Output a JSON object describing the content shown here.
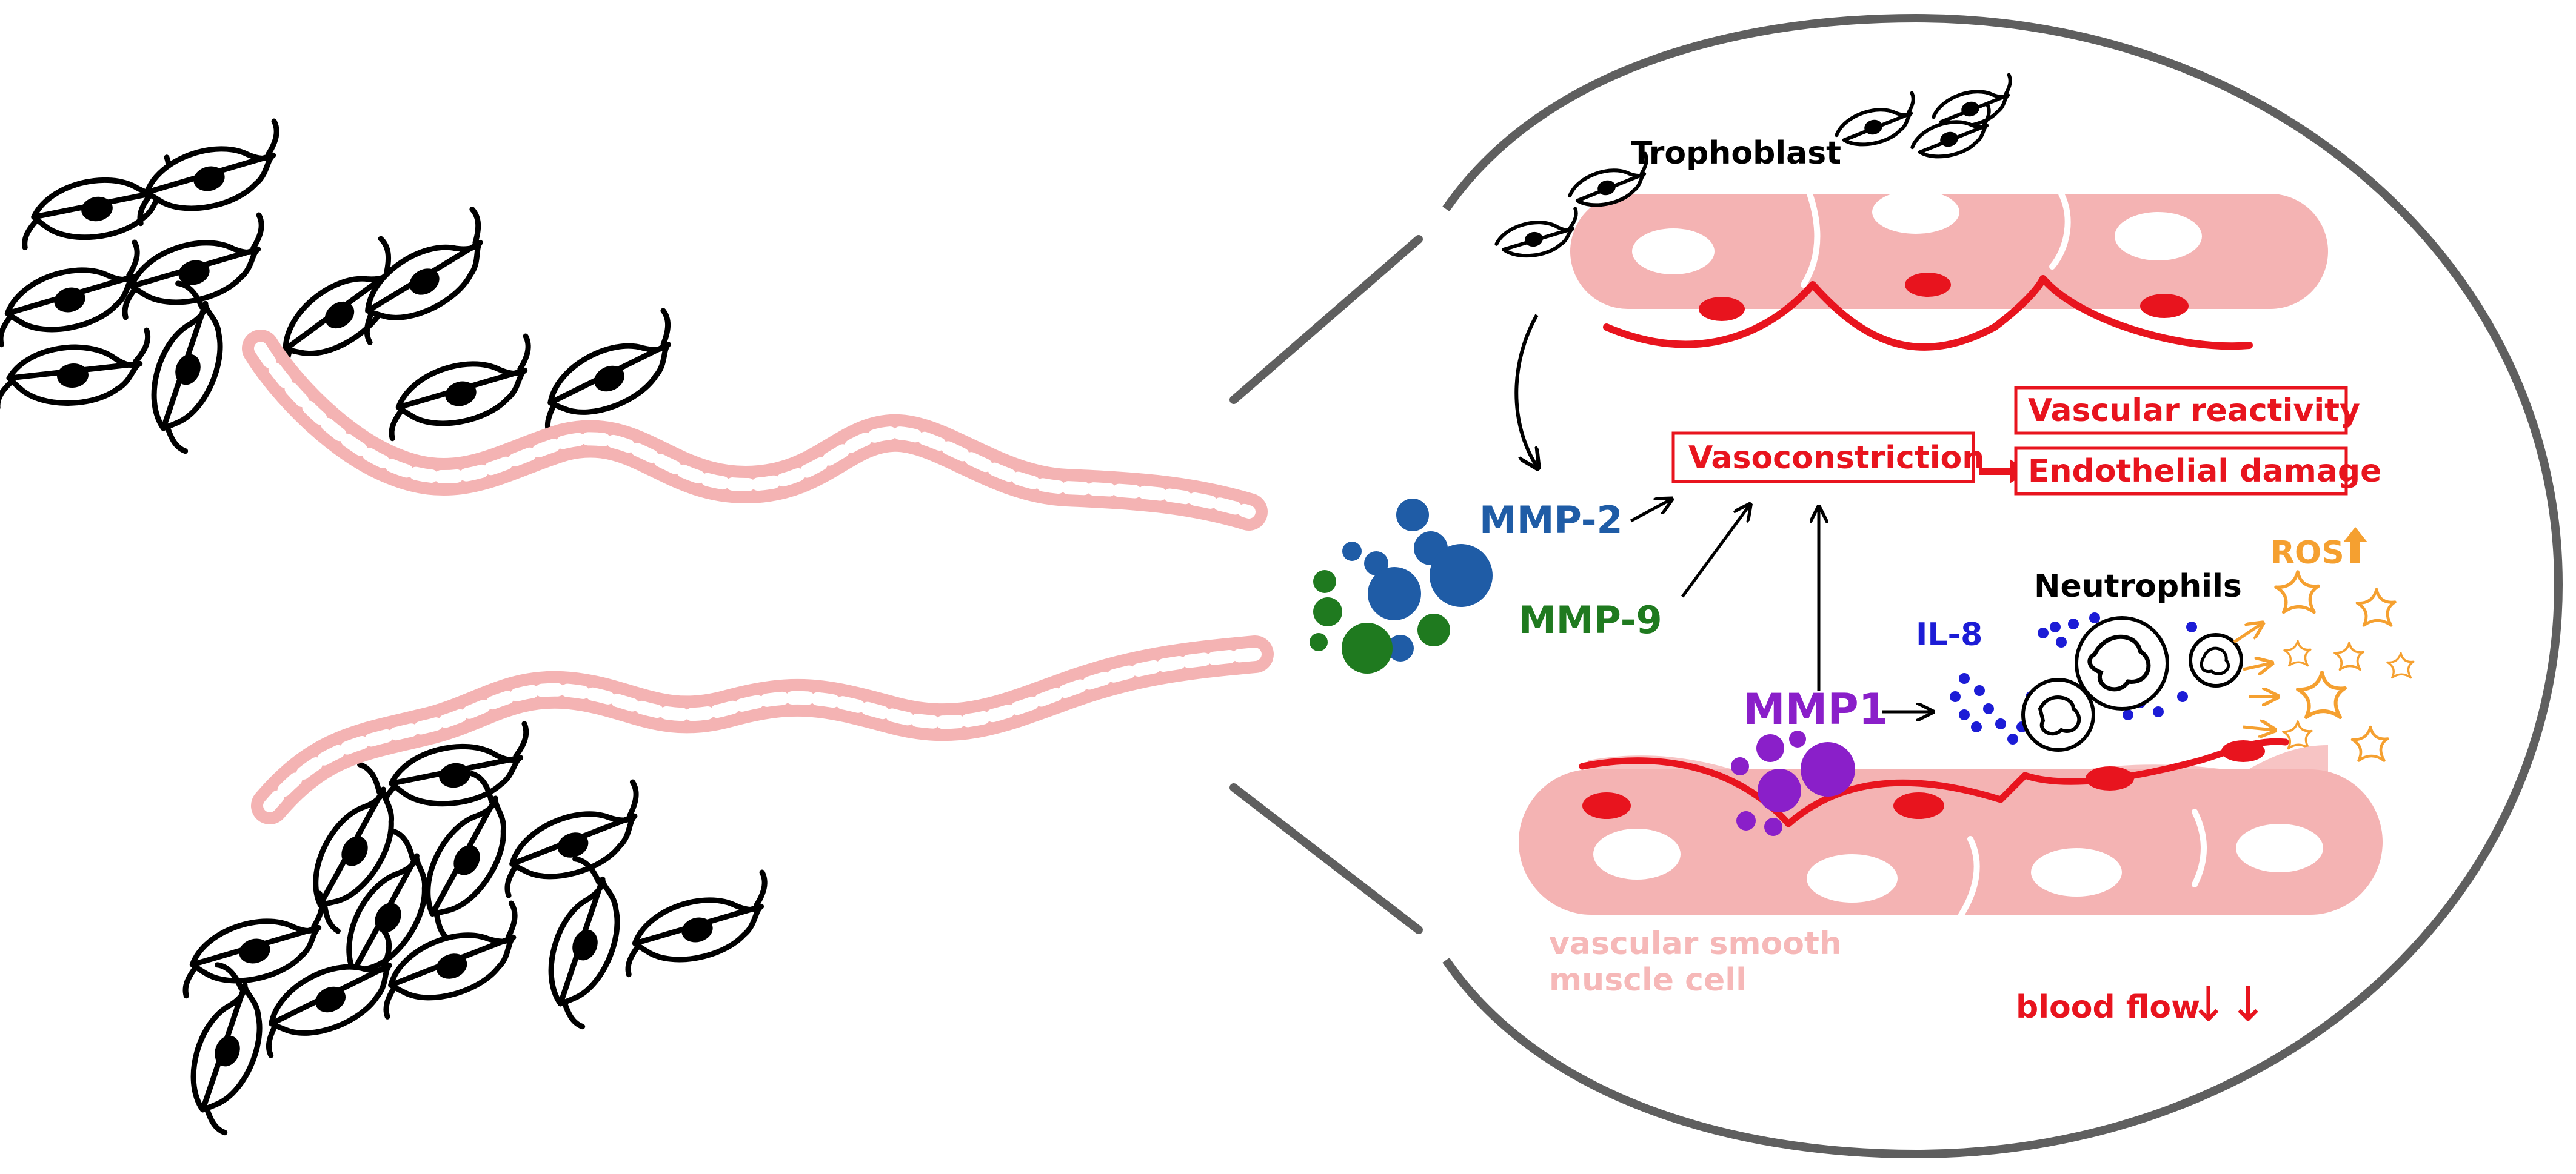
{
  "labels": {
    "trophoblast": "Trophoblast",
    "vasoconstriction": "Vasoconstriction",
    "vascular_reactivity": "Vascular reactivity",
    "endothelial_damage": "Endothelial damage",
    "mmp2": "MMP-2",
    "mmp9": "MMP-9",
    "mmp1": "MMP1",
    "il8": "IL-8",
    "neutrophils": "Neutrophils",
    "ros": "ROS",
    "smooth_muscle_line1": "vascular smooth",
    "smooth_muscle_line2": "muscle cell",
    "blood_flow": "blood flow",
    "blood_flow_arrows": "↓↓"
  },
  "colors": {
    "vessel_pink": "#f4b3b3",
    "vessel_light": "#f7c4c4",
    "endothelial_red": "#e8141e",
    "mmp2_blue": "#1f5ca6",
    "mmp9_green": "#1f7a1f",
    "mmp1_purple": "#8a1fc9",
    "il8_blue": "#1c1cd6",
    "ros_orange": "#f5a030",
    "lens_gray": "#5f5f5f",
    "smooth_muscle_text": "#f6b8b8"
  },
  "icons": {
    "trophoblast_cell": "trophoblast-cell-icon",
    "neutrophil": "neutrophil-icon",
    "ros_star": "ros-star-icon",
    "up_arrow": "up-arrow-icon"
  }
}
